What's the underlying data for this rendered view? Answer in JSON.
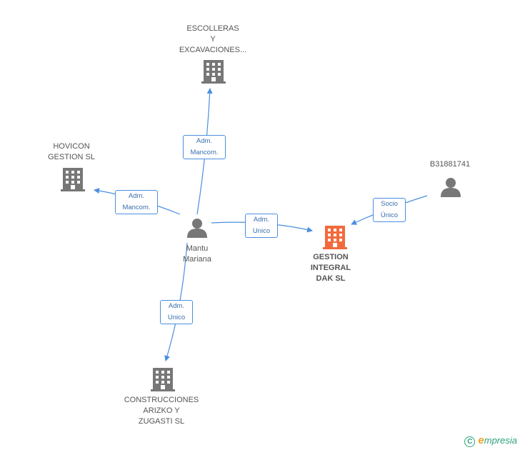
{
  "colors": {
    "edge": "#4a8fe0",
    "company": "#777777",
    "main_company": "#f26a3c",
    "person": "#777777",
    "label_text": "#555555",
    "brand": "#2ea17c"
  },
  "nodes": {
    "escolleras": {
      "label_lines": [
        "ESCOLLERAS",
        "Y",
        "EXCAVACIONES..."
      ],
      "icon": "building-icon"
    },
    "hovicon": {
      "label_lines": [
        "HOVICON",
        "GESTION SL"
      ],
      "icon": "building-icon"
    },
    "b31881741": {
      "label_lines": [
        "B31881741"
      ],
      "icon": "person-icon"
    },
    "mantu": {
      "label_lines": [
        "Mantu",
        "Mariana"
      ],
      "icon": "person-icon"
    },
    "gestion": {
      "label_lines": [
        "GESTION",
        "INTEGRAL",
        "DAK SL"
      ],
      "icon": "building-icon"
    },
    "construcciones": {
      "label_lines": [
        "CONSTRUCCIONES",
        "ARIZKO Y",
        "ZUGASTI SL"
      ],
      "icon": "building-icon"
    }
  },
  "edges": {
    "to_escolleras": {
      "label_lines": [
        "Adm.",
        "Mancom."
      ]
    },
    "to_hovicon": {
      "label_lines": [
        "Adm.",
        "Mancom."
      ]
    },
    "to_gestion": {
      "label_lines": [
        "Adm.",
        "Unico"
      ]
    },
    "socio_unico": {
      "label_lines": [
        "Socio",
        "Único"
      ]
    },
    "to_construcciones": {
      "label_lines": [
        "Adm.",
        "Unico"
      ]
    }
  },
  "brand": {
    "copyright_symbol": "C",
    "initial": "e",
    "name": "mpresia"
  }
}
